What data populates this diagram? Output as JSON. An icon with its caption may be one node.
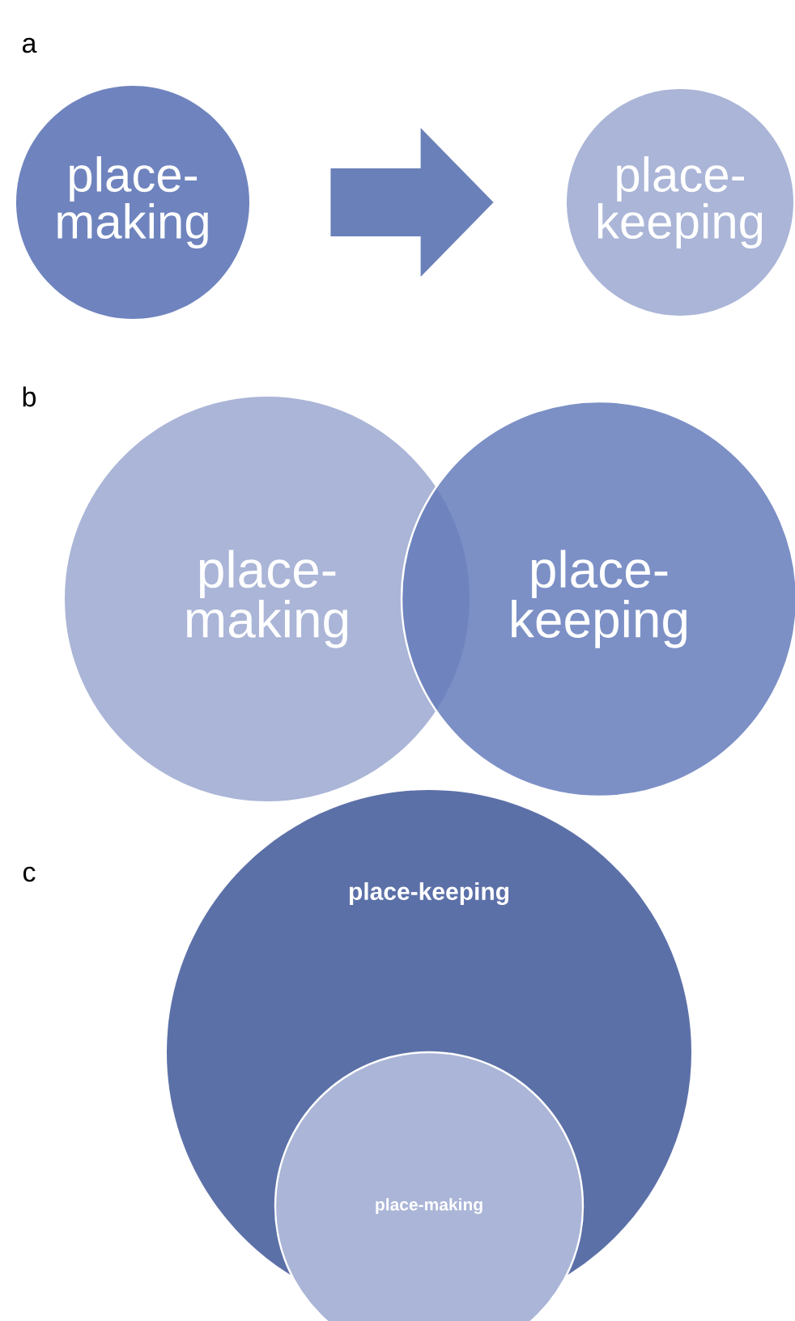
{
  "diagram": {
    "nodes": [
      {
        "text": [
          "place- making"
        ]
      },
      {
        "text": [
          "place- keeping"
        ]
      },
      {
        "text": [
          "place- making"
        ]
      },
      {
        "text": [
          "place- keeping"
        ]
      },
      {
        "text": [
          "place-keeping"
        ]
      },
      {
        "text": [
          "place-making"
        ],
        "in": 4
      }
    ],
    "edges": [
      {
        "from": 0,
        "to": 1,
        "arrow": "to"
      }
    ],
    "labels": [
      "a",
      "b",
      "c"
    ]
  }
}
